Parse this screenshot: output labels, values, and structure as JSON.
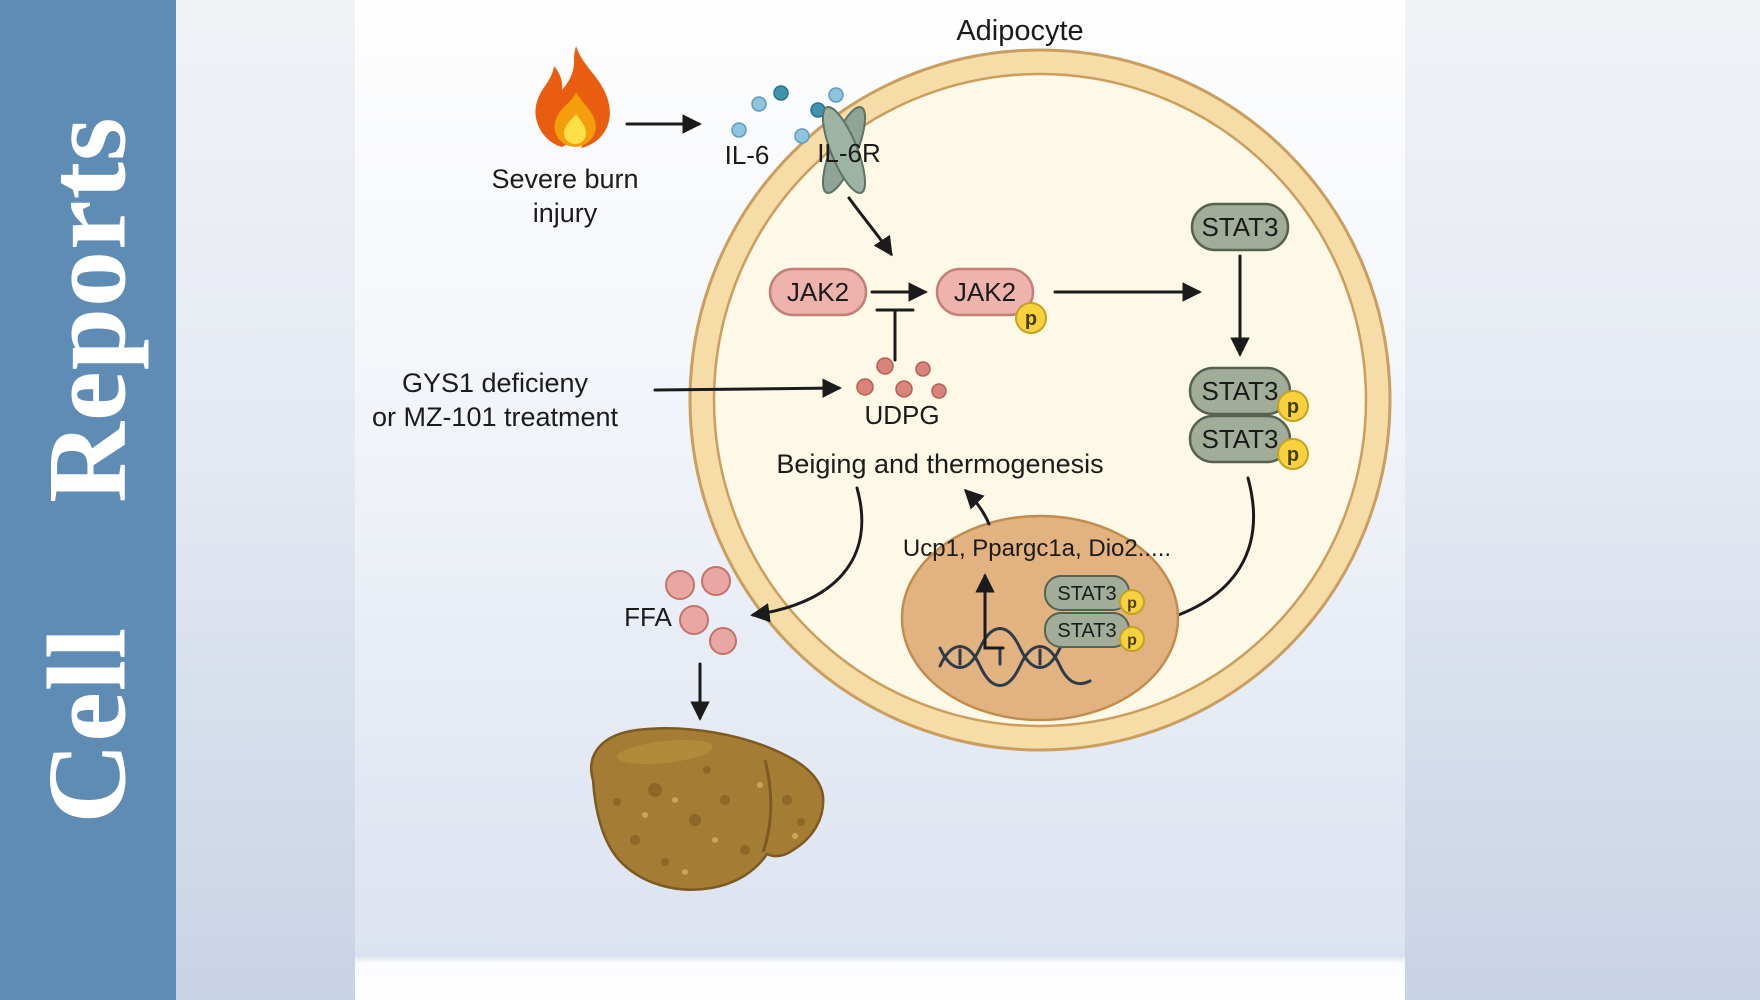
{
  "journal": {
    "title": "Cell  Reports"
  },
  "figure": {
    "adipocyte": "Adipocyte",
    "severe_burn_1": "Severe burn",
    "severe_burn_2": "injury",
    "il6": "IL-6",
    "il6r": "IL-6R",
    "jak2": "JAK2",
    "p": "p",
    "stat3": "STAT3",
    "gys1_1": "GYS1 deficieny",
    "gys1_2": "or MZ-101 treatment",
    "udpg": "UDPG",
    "beiging": "Beiging and thermogenesis",
    "genes": "Ucp1, Ppargc1a, Dio2.....",
    "ffa": "FFA"
  },
  "colors": {
    "sidebar_blue": "#5e8cb4",
    "cell_fill": "#fdf9e6",
    "membrane": "#f6dca6",
    "membrane_edge": "#c99e5f",
    "jak2_fill": "#edb3ac",
    "jak2_edge": "#c27f78",
    "stat3_fill": "#a2ad99",
    "stat3_edge": "#56624f",
    "phospho_fill": "#f7d23e",
    "phospho_edge": "#c2a227",
    "nucleus_fill": "#e2b381",
    "nucleus_edge": "#c08c50",
    "il6_dot_light": "#8fc4de",
    "il6_dot_dark": "#3f93ae",
    "udpg_dot": "#d9847b",
    "ffa_fill": "#e8a7a2",
    "liver": "#a57c33",
    "flame_outer": "#e85d10",
    "flame_mid": "#f59e0b",
    "flame_core": "#fde047"
  }
}
